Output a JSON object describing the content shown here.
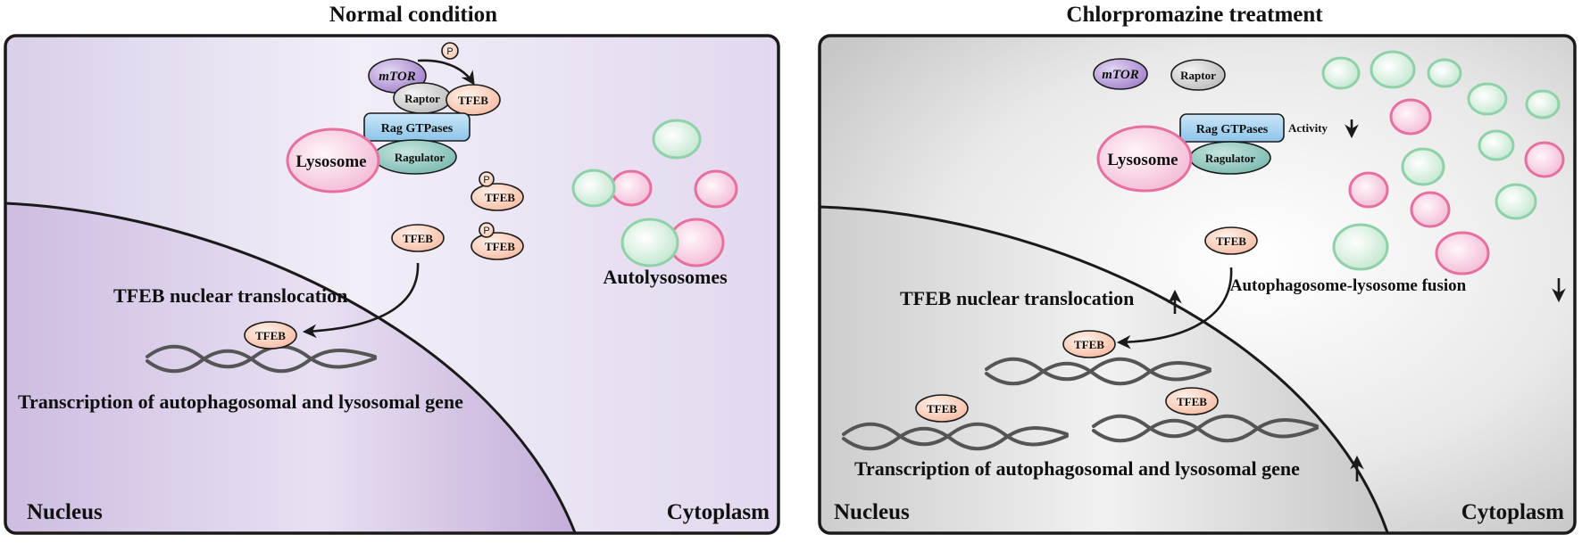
{
  "panels": {
    "normal": {
      "title": "Normal condition",
      "mtor": "mTOR",
      "raptor": "Raptor",
      "tfeb": "TFEB",
      "p": "P",
      "rag": "Rag GTPases",
      "ragulator": "Ragulator",
      "lysosome": "Lysosome",
      "translocation": "TFEB nuclear translocation",
      "transcription": "Transcription of autophagosomal and lysosomal gene",
      "autolysosomes": "Autolysosomes",
      "nucleus": "Nucleus",
      "cytoplasm": "Cytoplasm"
    },
    "treated": {
      "title": "Chlorpromazine treatment",
      "mtor": "mTOR",
      "raptor": "Raptor",
      "tfeb": "TFEB",
      "rag": "Rag GTPases",
      "activity": "Activity",
      "ragulator": "Ragulator",
      "lysosome": "Lysosome",
      "translocation": "TFEB nuclear translocation",
      "fusion": "Autophagosome-lysosome fusion",
      "transcription": "Transcription of autophagosomal and lysosomal gene",
      "nucleus": "Nucleus",
      "cytoplasm": "Cytoplasm"
    }
  },
  "colors": {
    "lysosome_pink": "#f4c3dc",
    "autophagosome_green": "#c9ead5",
    "tfeb_orange": "#f9cdb8",
    "rag_blue": "#a9d4f0",
    "ragulator_teal": "#8ec6bd",
    "mtor_purple": "#a98bd0",
    "raptor_gray": "#c4c4c4",
    "nucleus_purple": "#c7b3db",
    "nucleus_gray": "#cfcfcf"
  }
}
